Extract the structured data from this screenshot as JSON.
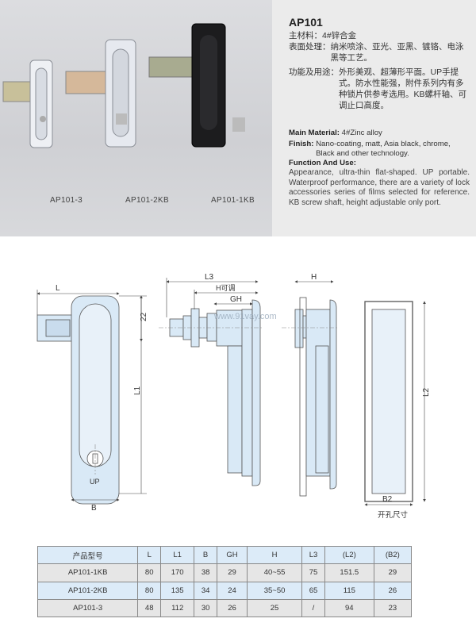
{
  "photos": {
    "captions": [
      "AP101-3",
      "AP101-2KB",
      "AP101-1KB"
    ]
  },
  "spec": {
    "model": "AP101",
    "cn": {
      "material_label": "主材料：",
      "material_value": "4#锌合金",
      "finish_label": "表面处理：",
      "finish_value": "纳米喷涂、亚光、亚黑、镀铬、电泳黑等工艺。",
      "function_label": "功能及用途：",
      "function_value": "外形美观、超薄形平面。UP手提式。防水性能强，附件系列内有多种锁片供参考选用。KB螺杆轴、可调止口高度。"
    },
    "en": {
      "material_label": "Main Material:",
      "material_value": "4#Zinc alloy",
      "finish_label": "Finish:",
      "finish_value": "Nano-coating, matt, Asia black, chrome, Black and other technology.",
      "function_label": "Function And Use:",
      "function_value": "Appearance, ultra-thin flat-shaped. UP portable. Waterproof performance, there are a variety of lock accessories series of films selected for reference. KB screw shaft, height adjustable only port."
    }
  },
  "drawing": {
    "labels": {
      "L": "L",
      "L1": "L1",
      "B": "B",
      "d22": "22",
      "UP": "UP",
      "L3": "L3",
      "H_adj": "H可调",
      "GH": "GH",
      "H": "H",
      "L2": "L2",
      "B2": "B2",
      "cutout": "开孔尺寸"
    },
    "watermark": "www.91vay.com"
  },
  "table": {
    "headers": [
      "产品型号",
      "L",
      "L1",
      "B",
      "GH",
      "H",
      "L3",
      "(L2)",
      "(B2)"
    ],
    "rows": [
      [
        "AP101-1KB",
        "80",
        "170",
        "38",
        "29",
        "40~55",
        "75",
        "151.5",
        "29"
      ],
      [
        "AP101-2KB",
        "80",
        "135",
        "34",
        "24",
        "35~50",
        "65",
        "115",
        "26"
      ],
      [
        "AP101-3",
        "48",
        "112",
        "30",
        "26",
        "25",
        "/",
        "94",
        "23"
      ]
    ]
  }
}
